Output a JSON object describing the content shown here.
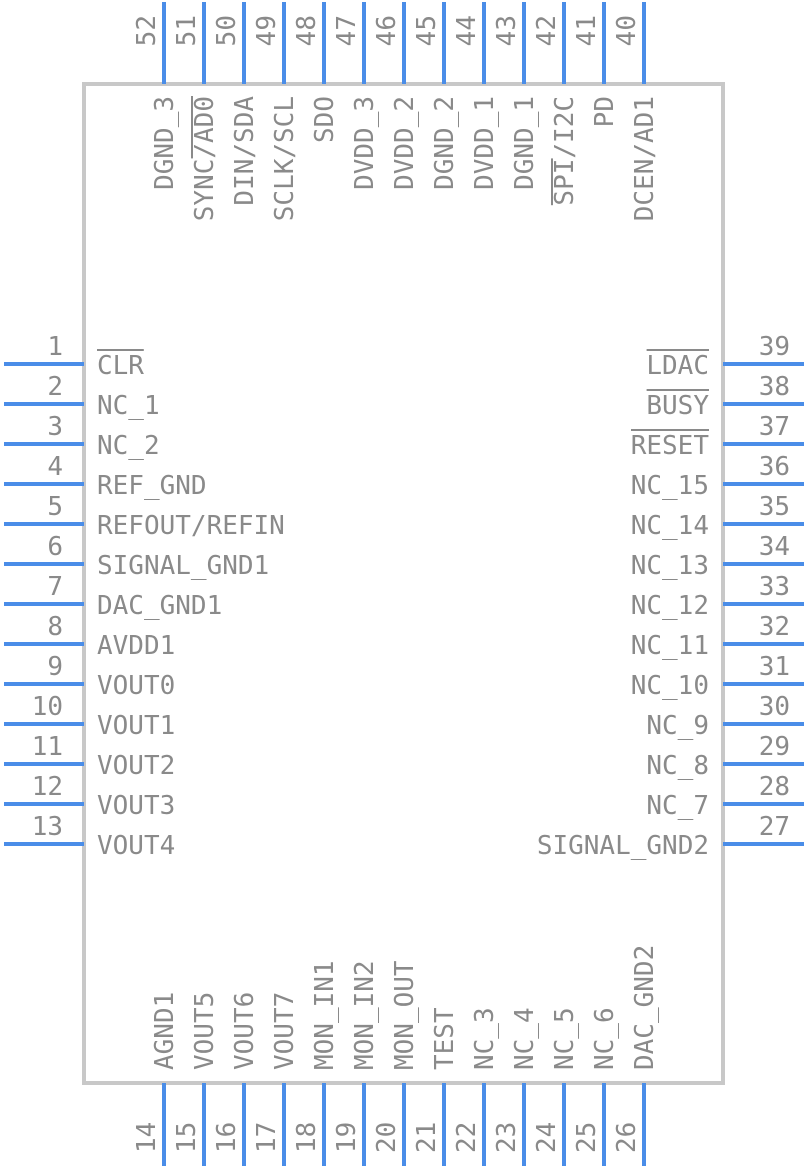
{
  "component": {
    "pins": [
      {
        "number": "1",
        "name": "CLR",
        "bar": true
      },
      {
        "number": "2",
        "name": "NC_1"
      },
      {
        "number": "3",
        "name": "NC_2"
      },
      {
        "number": "4",
        "name": "REF_GND"
      },
      {
        "number": "5",
        "name": "REFOUT/REFIN"
      },
      {
        "number": "6",
        "name": "SIGNAL_GND1"
      },
      {
        "number": "7",
        "name": "DAC_GND1"
      },
      {
        "number": "8",
        "name": "AVDD1"
      },
      {
        "number": "9",
        "name": "VOUT0"
      },
      {
        "number": "10",
        "name": "VOUT1"
      },
      {
        "number": "11",
        "name": "VOUT2"
      },
      {
        "number": "12",
        "name": "VOUT3"
      },
      {
        "number": "13",
        "name": "VOUT4"
      },
      {
        "number": "14",
        "name": "AGND1"
      },
      {
        "number": "15",
        "name": "VOUT5"
      },
      {
        "number": "16",
        "name": "VOUT6"
      },
      {
        "number": "17",
        "name": "VOUT7"
      },
      {
        "number": "18",
        "name": "MON_IN1"
      },
      {
        "number": "19",
        "name": "MON_IN2"
      },
      {
        "number": "20",
        "name": "MON_OUT"
      },
      {
        "number": "21",
        "name": "TEST"
      },
      {
        "number": "22",
        "name": "NC_3"
      },
      {
        "number": "23",
        "name": "NC_4"
      },
      {
        "number": "24",
        "name": "NC_5"
      },
      {
        "number": "25",
        "name": "NC_6"
      },
      {
        "number": "26",
        "name": "DAC_GND2"
      },
      {
        "number": "27",
        "name": "SIGNAL_GND2"
      },
      {
        "number": "28",
        "name": "NC_7"
      },
      {
        "number": "29",
        "name": "NC_8"
      },
      {
        "number": "30",
        "name": "NC_9"
      },
      {
        "number": "31",
        "name": "NC_10"
      },
      {
        "number": "32",
        "name": "NC_11"
      },
      {
        "number": "33",
        "name": "NC_12"
      },
      {
        "number": "34",
        "name": "NC_13"
      },
      {
        "number": "35",
        "name": "NC_14"
      },
      {
        "number": "36",
        "name": "NC_15"
      },
      {
        "number": "37",
        "name": "RESET",
        "bar": true
      },
      {
        "number": "38",
        "name": "BUSY",
        "bar": true
      },
      {
        "number": "39",
        "name": "LDAC",
        "bar": true
      },
      {
        "number": "40",
        "name": "DCEN/AD1"
      },
      {
        "number": "41",
        "name": "PD"
      },
      {
        "number": "42",
        "name": "SPI/I2C",
        "bar_partial": "I2C"
      },
      {
        "number": "43",
        "name": "DGND_1"
      },
      {
        "number": "44",
        "name": "DVDD_1"
      },
      {
        "number": "45",
        "name": "DGND_2"
      },
      {
        "number": "46",
        "name": "DVDD_2"
      },
      {
        "number": "47",
        "name": "DVDD_3"
      },
      {
        "number": "48",
        "name": "SDO"
      },
      {
        "number": "49",
        "name": "SCLK/SCL"
      },
      {
        "number": "50",
        "name": "DIN/SDA"
      },
      {
        "number": "51",
        "name": "SYNC/AD0",
        "bar_partial": "SYNC"
      },
      {
        "number": "52",
        "name": "DGND_3"
      }
    ],
    "colors": {
      "body_outline": "#c8c8c8",
      "pin_line": "#4a8de8",
      "text": "#8a8a8a"
    }
  }
}
